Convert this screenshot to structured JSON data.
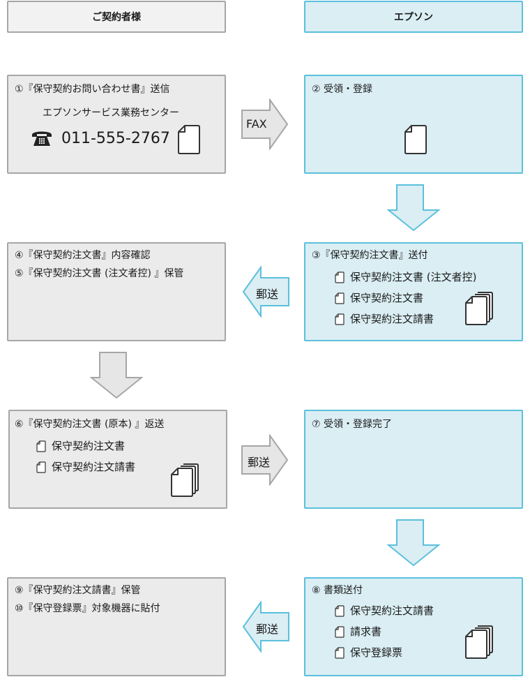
{
  "headers": {
    "customer": "ご契約者様",
    "epson": "エプソン"
  },
  "colors": {
    "customer_fill": "#ebebeb",
    "customer_border": "#a6a6a6",
    "epson_fill": "#daeef4",
    "epson_border": "#5bc0dc"
  },
  "steps": {
    "s1": {
      "title": "①『保守契約お問い合わせ書』送信",
      "center_name": "エプソンサービス業務センター",
      "phone": "011-555-2767",
      "icons": [
        "telephone-icon",
        "document-icon"
      ]
    },
    "s2": {
      "title": "② 受領・登録",
      "icons": [
        "document-icon"
      ]
    },
    "s3": {
      "title": "③『保守契約注文書』送付",
      "documents": [
        "保守契約注文書 (注文者控)",
        "保守契約注文書",
        "保守契約注文請書"
      ],
      "icons": [
        "document-stack-icon"
      ]
    },
    "s4": {
      "title": "④『保守契約注文書』内容確認"
    },
    "s5": {
      "title": "⑤『保守契約注文書 (注文者控) 』保管"
    },
    "s6": {
      "title": "⑥『保守契約注文書 (原本) 』返送",
      "documents": [
        "保守契約注文書",
        "保守契約注文請書"
      ],
      "icons": [
        "document-stack-icon"
      ]
    },
    "s7": {
      "title": "⑦ 受領・登録完了"
    },
    "s8": {
      "title": "⑧ 書類送付",
      "documents": [
        "保守契約注文請書",
        "請求書",
        "保守登録票"
      ],
      "icons": [
        "document-stack-icon"
      ]
    },
    "s9": {
      "title": "⑨『保守契約注文請書』保管"
    },
    "s10": {
      "title": "⑩『保守登録票』対象機器に貼付"
    }
  },
  "arrows": {
    "fax": "FAX",
    "mail1": "郵送",
    "mail2": "郵送",
    "mail3": "郵送"
  }
}
